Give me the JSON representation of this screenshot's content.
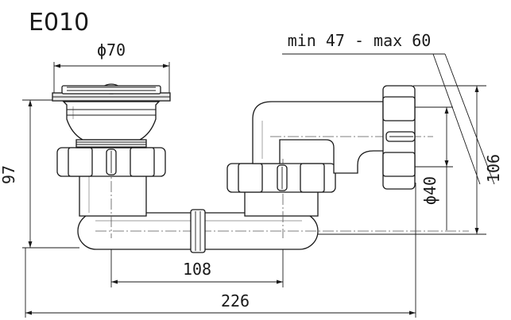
{
  "diagram": {
    "model_code": "E010",
    "dimensions": {
      "outlet_diameter": "ϕ70",
      "adjustment_range": "min 47 - max 60",
      "total_height": "97",
      "side_height": "106",
      "pipe_diameter": "ϕ40",
      "center_distance": "108",
      "total_length": "226"
    },
    "colors": {
      "line": "#1a1a1a",
      "shade": "#e9e9e9",
      "background": "#ffffff"
    }
  }
}
